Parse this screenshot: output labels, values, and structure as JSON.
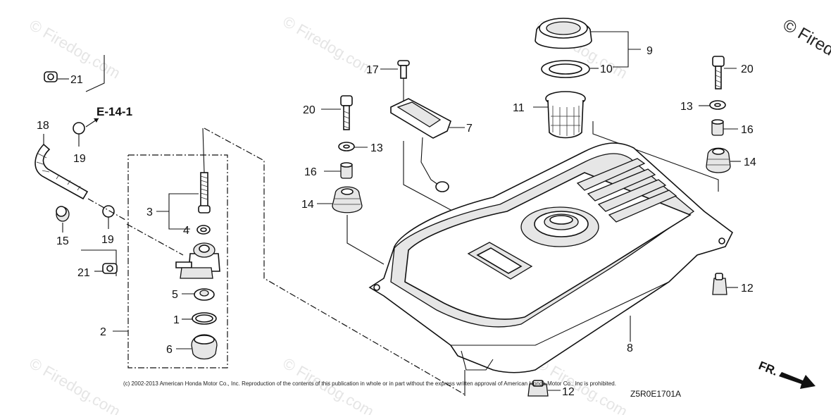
{
  "diagram": {
    "labels": [
      "1",
      "2",
      "3",
      "4",
      "5",
      "6",
      "7",
      "8",
      "9",
      "10",
      "11",
      "12",
      "13",
      "14",
      "15",
      "16",
      "17",
      "18",
      "19",
      "20",
      "21"
    ],
    "reference": "E-14-1",
    "front_marker": "FR.",
    "drawing_code": "Z5R0E1701A",
    "copyright": "(c) 2002-2013 American Honda Motor Co., Inc. Reproduction of the contents of this publication in whole or in part without the express written approval of American Honda Motor Co., Inc is prohibited.",
    "watermark": "© Firedog.com",
    "watermark_corner": "© Fired"
  }
}
